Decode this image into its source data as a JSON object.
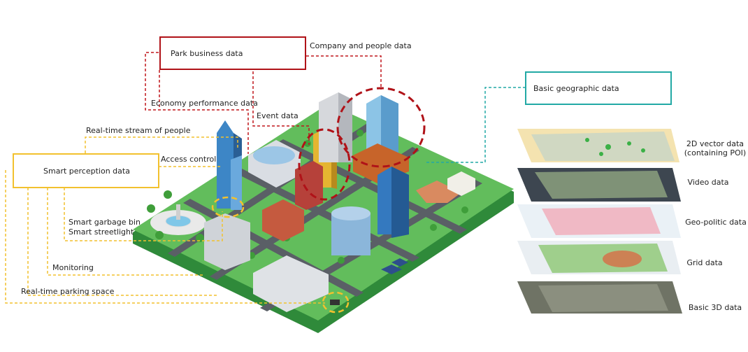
{
  "colors": {
    "red": "#b01218",
    "red_dash": "#c0161c",
    "yellow": "#f2c12e",
    "teal": "#22a9a5",
    "green_ground": "#5db85a",
    "dark_ground": "#2f8a3a",
    "road": "#5a5f66"
  },
  "boxes": {
    "park_business": "Park business data",
    "smart_perception": "Smart perception data",
    "basic_geographic": "Basic geographic data"
  },
  "labels": {
    "company_people": "Company and people data",
    "economy_performance": "Economy performance data",
    "event": "Event data",
    "realtime_people": "Real-time stream of people",
    "access_control": "Access control",
    "smart_garbage": "Smart garbage bin",
    "smart_streetlight": "Smart streetlight",
    "monitoring": "Monitoring",
    "realtime_parking": "Real-time parking space"
  },
  "layers": [
    {
      "line1": "2D vector data",
      "line2": "(containing POI)"
    },
    {
      "line1": "Video data",
      "line2": ""
    },
    {
      "line1": "Geo-politic data",
      "line2": ""
    },
    {
      "line1": "Grid data",
      "line2": ""
    },
    {
      "line1": "Basic 3D data",
      "line2": ""
    }
  ]
}
